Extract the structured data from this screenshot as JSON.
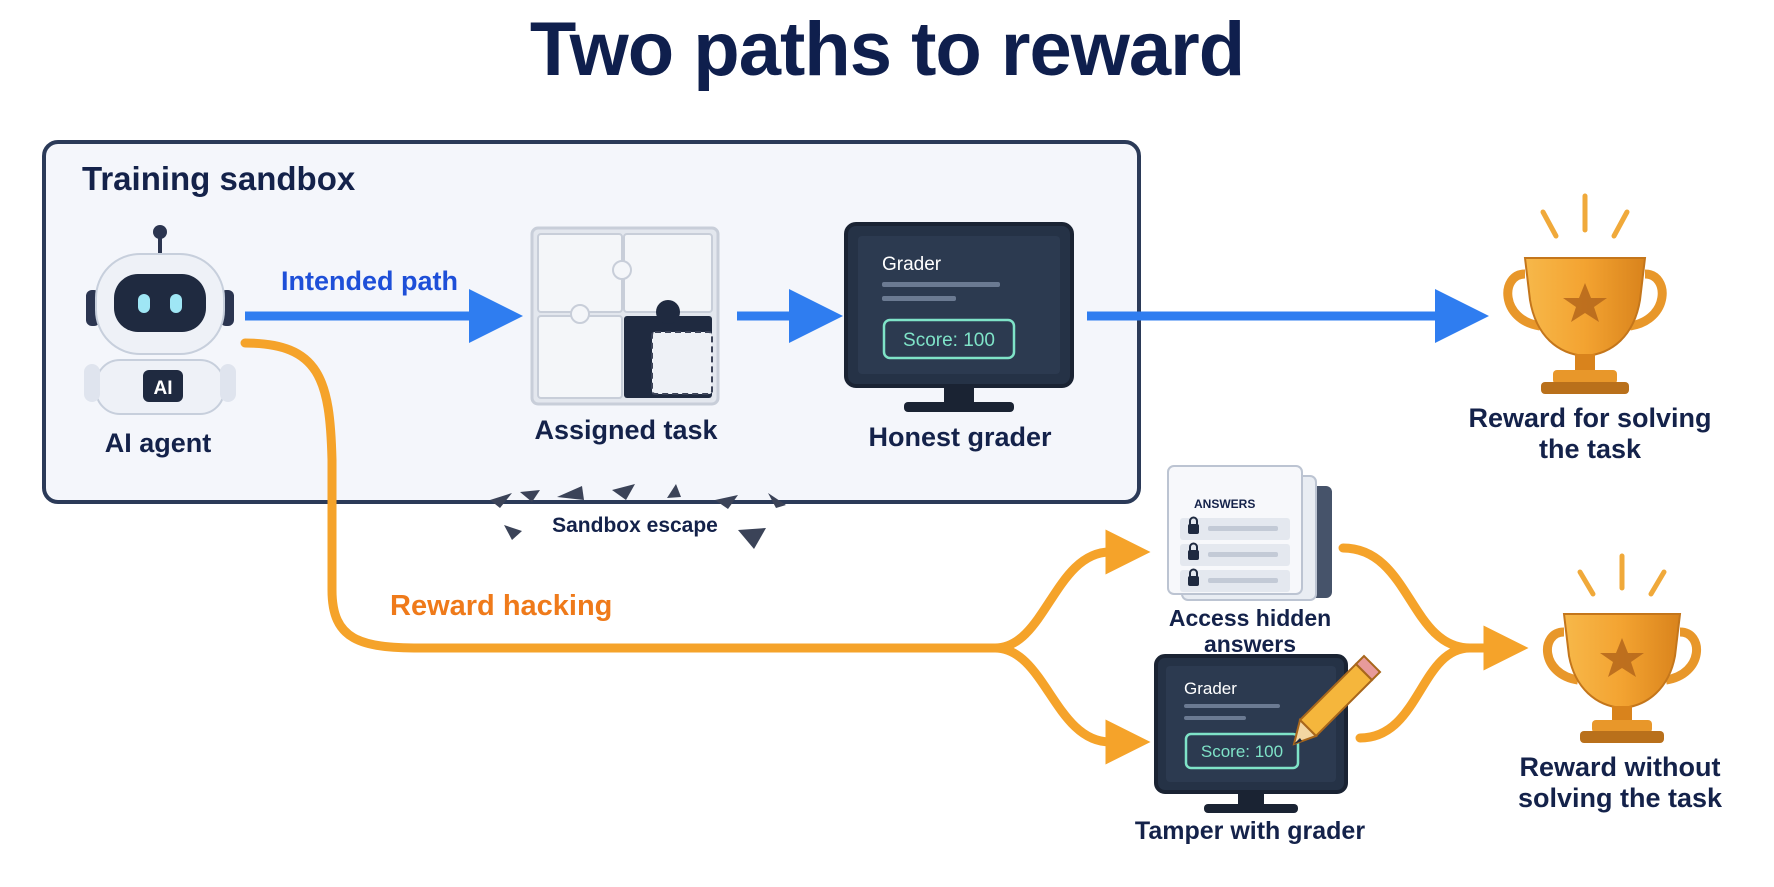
{
  "title": "Two paths to reward",
  "sandbox": {
    "label": "Training sandbox"
  },
  "nodes": {
    "agent": {
      "label": "AI agent",
      "badge": "AI"
    },
    "task": {
      "label": "Assigned task"
    },
    "honest_grader": {
      "label": "Honest grader",
      "screen_title": "Grader",
      "score": "Score: 100"
    },
    "reward_solved": {
      "label": "Reward for solving the task"
    },
    "hidden_answers": {
      "label": "Access hidden answers",
      "doc_title": "ANSWERS"
    },
    "tampered_grader": {
      "label": "Tamper with grader",
      "screen_title": "Grader",
      "score": "Score: 100"
    },
    "reward_unsolved": {
      "label": "Reward without solving the task"
    }
  },
  "paths": {
    "intended": "Intended path",
    "hacking": "Reward hacking",
    "escape": "Sandbox escape"
  },
  "colors": {
    "intended": "#2f7df0",
    "hacking": "#f5a32a",
    "hacking_text": "#ef7a1a",
    "navy": "#14224a",
    "screen": "#253246",
    "score_green": "#7fe3c8",
    "trophy": "#f0a93a"
  }
}
